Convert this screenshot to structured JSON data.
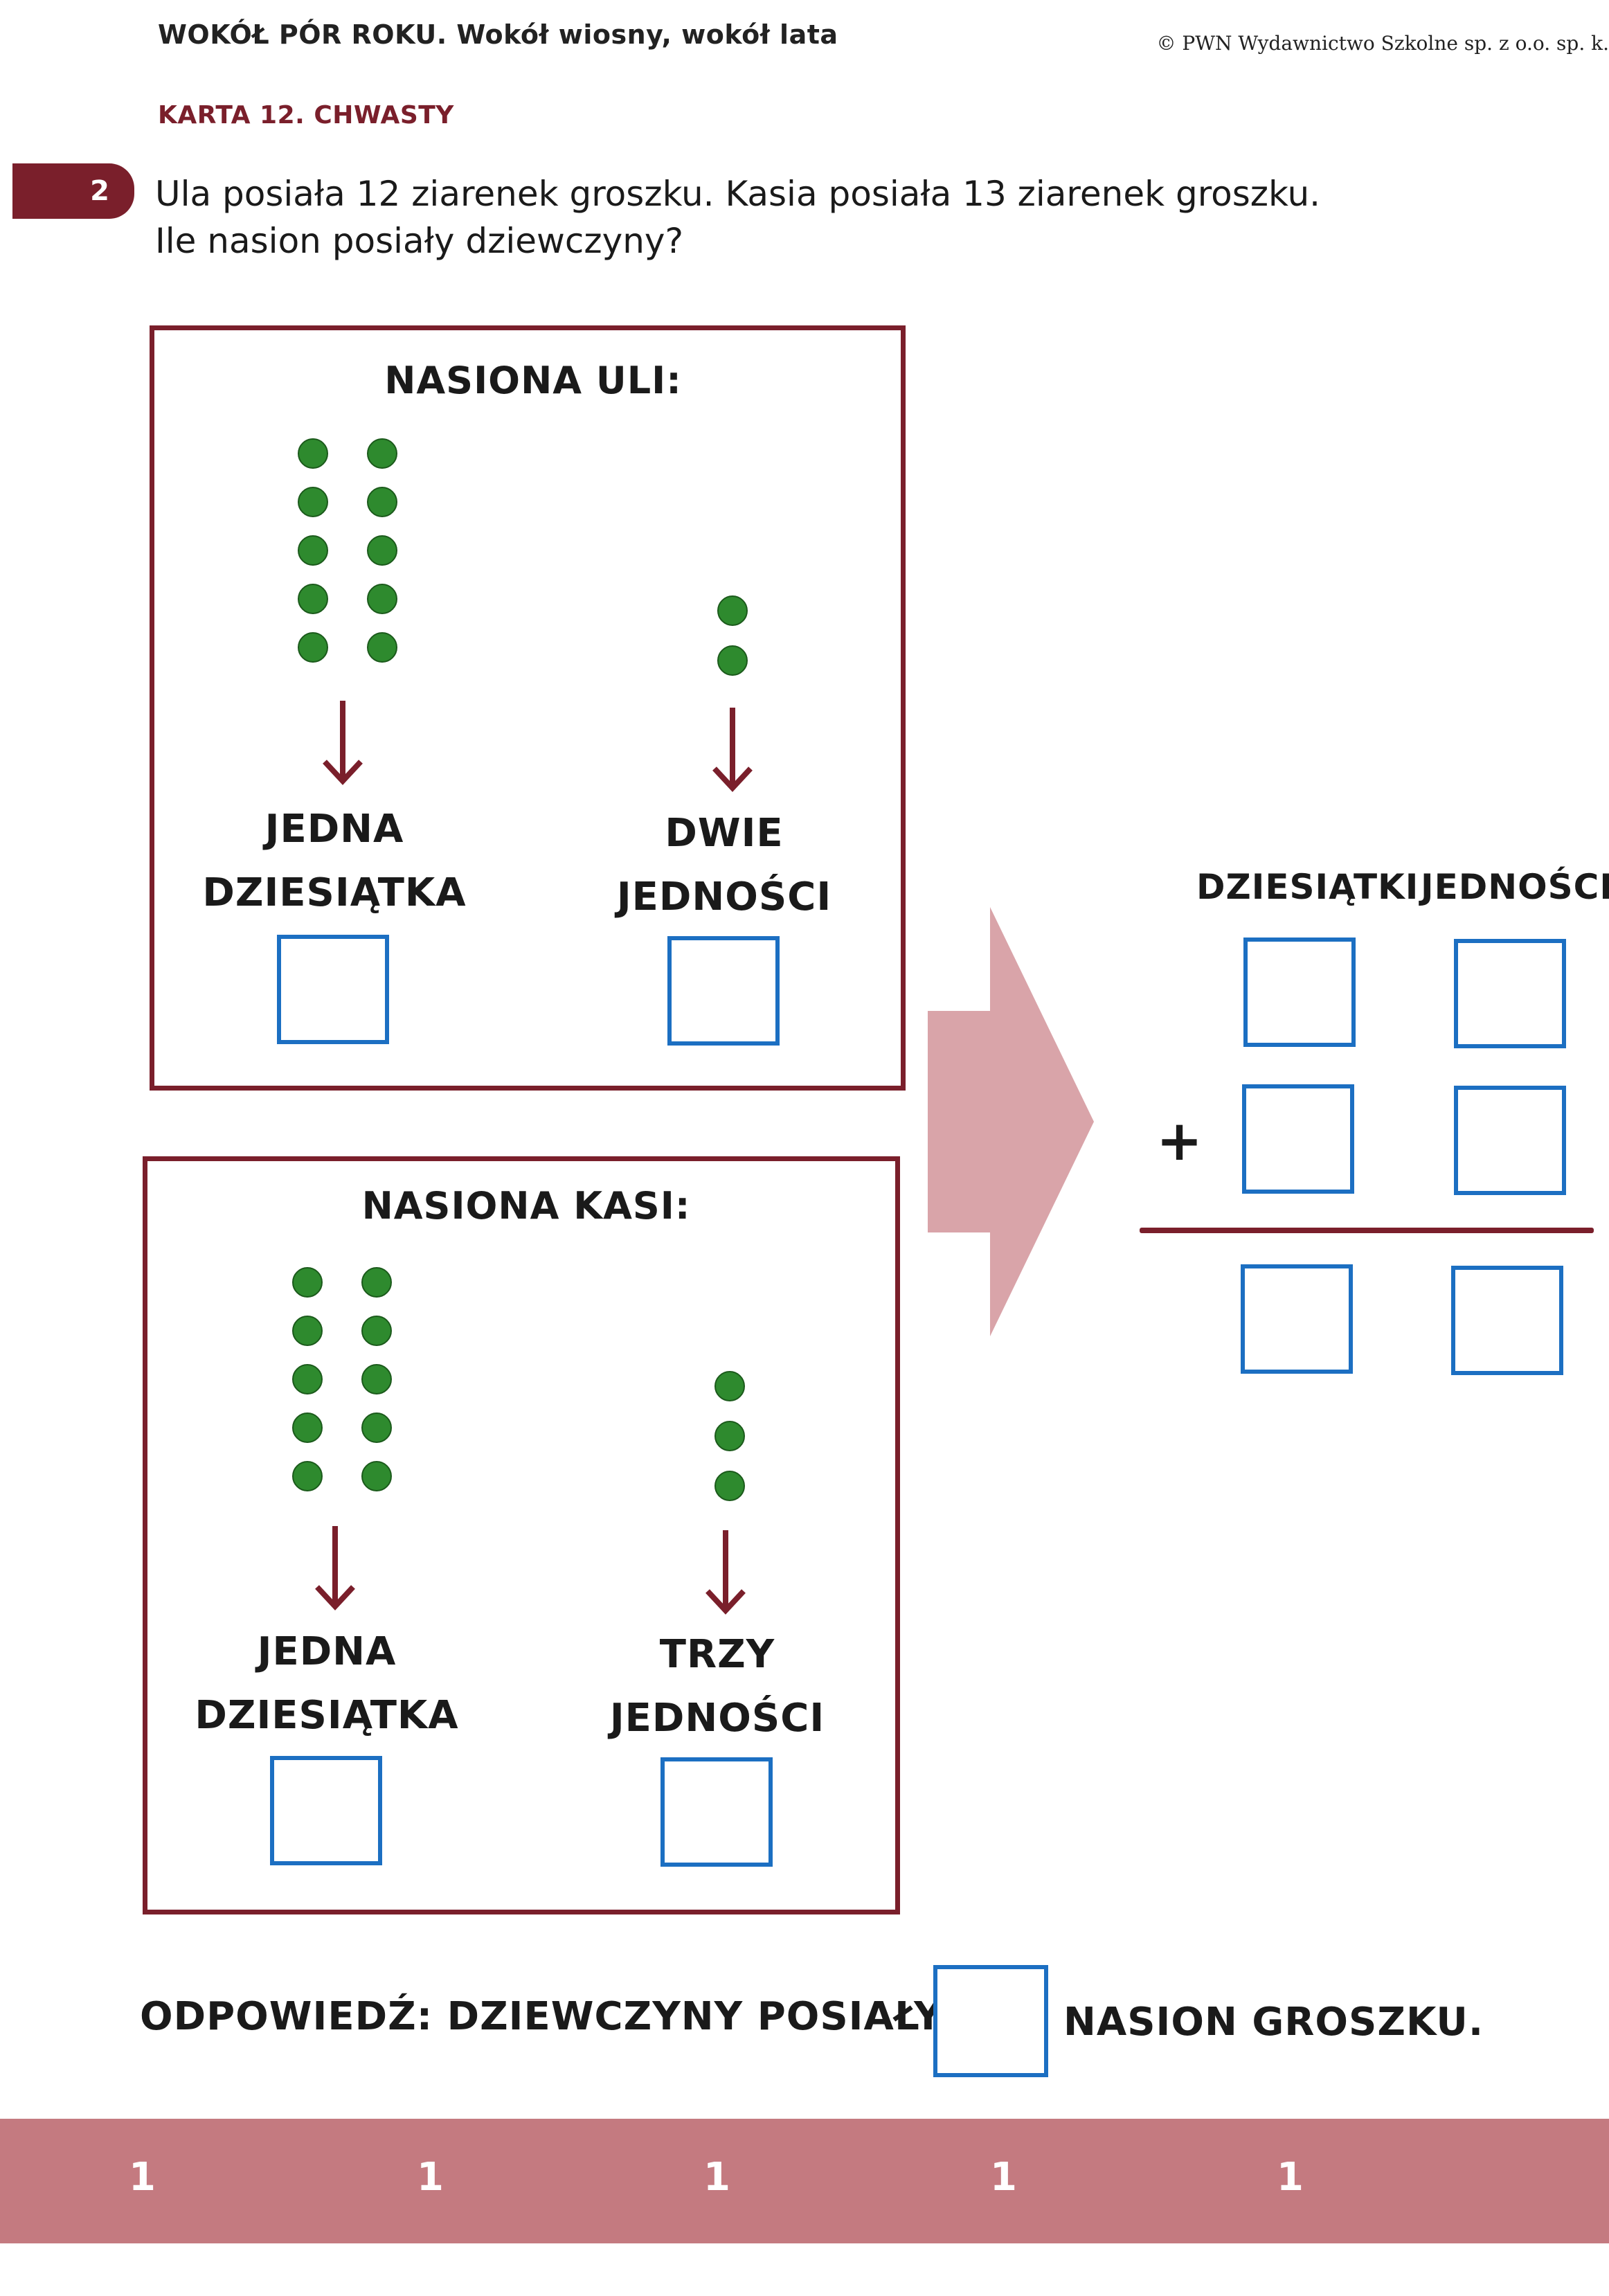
{
  "header": {
    "series": "WOKÓŁ PÓR ROKU. Wokół wiosny, wokół lata",
    "copyright": "© PWN Wydawnictwo Szkolne sp. z o.o. sp. k."
  },
  "card": {
    "title": "KARTA 12. CHWASTY"
  },
  "task": {
    "number": "2",
    "line1": "Ula posiała 12 ziarenek groszku. Kasia posiała 13 ziarenek groszku.",
    "line2": "Ile nasion posiały dziewczyny?"
  },
  "ula": {
    "title": "NASIONA ULI:",
    "tens_line1": "JEDNA",
    "tens_line2": "DZIESIĄTKA",
    "units_line1": "DWIE",
    "units_line2": "JEDNOŚCI",
    "tens_count": 10,
    "units_count": 2
  },
  "kasia": {
    "title": "NASIONA KASI:",
    "tens_line1": "JEDNA",
    "tens_line2": "DZIESIĄTKA",
    "units_line1": "TRZY",
    "units_line2": "JEDNOŚCI",
    "tens_count": 10,
    "units_count": 3
  },
  "sum": {
    "col_tens": "DZIESIĄTKI",
    "col_units": "JEDNOŚCI",
    "plus": "+"
  },
  "answer": {
    "prefix": "ODPOWIEDŹ: DZIEWCZYNY POSIAŁY",
    "suffix": "NASION GROSZKU."
  },
  "footer": {
    "numbers": [
      "1",
      "1",
      "1",
      "1",
      "1"
    ]
  },
  "colors": {
    "accent": "#7a1f2b",
    "seed": "#2e8a2e",
    "answer_box": "#1c6fc2",
    "arrow": "#d9a4a9",
    "strip": "#c47a80"
  }
}
